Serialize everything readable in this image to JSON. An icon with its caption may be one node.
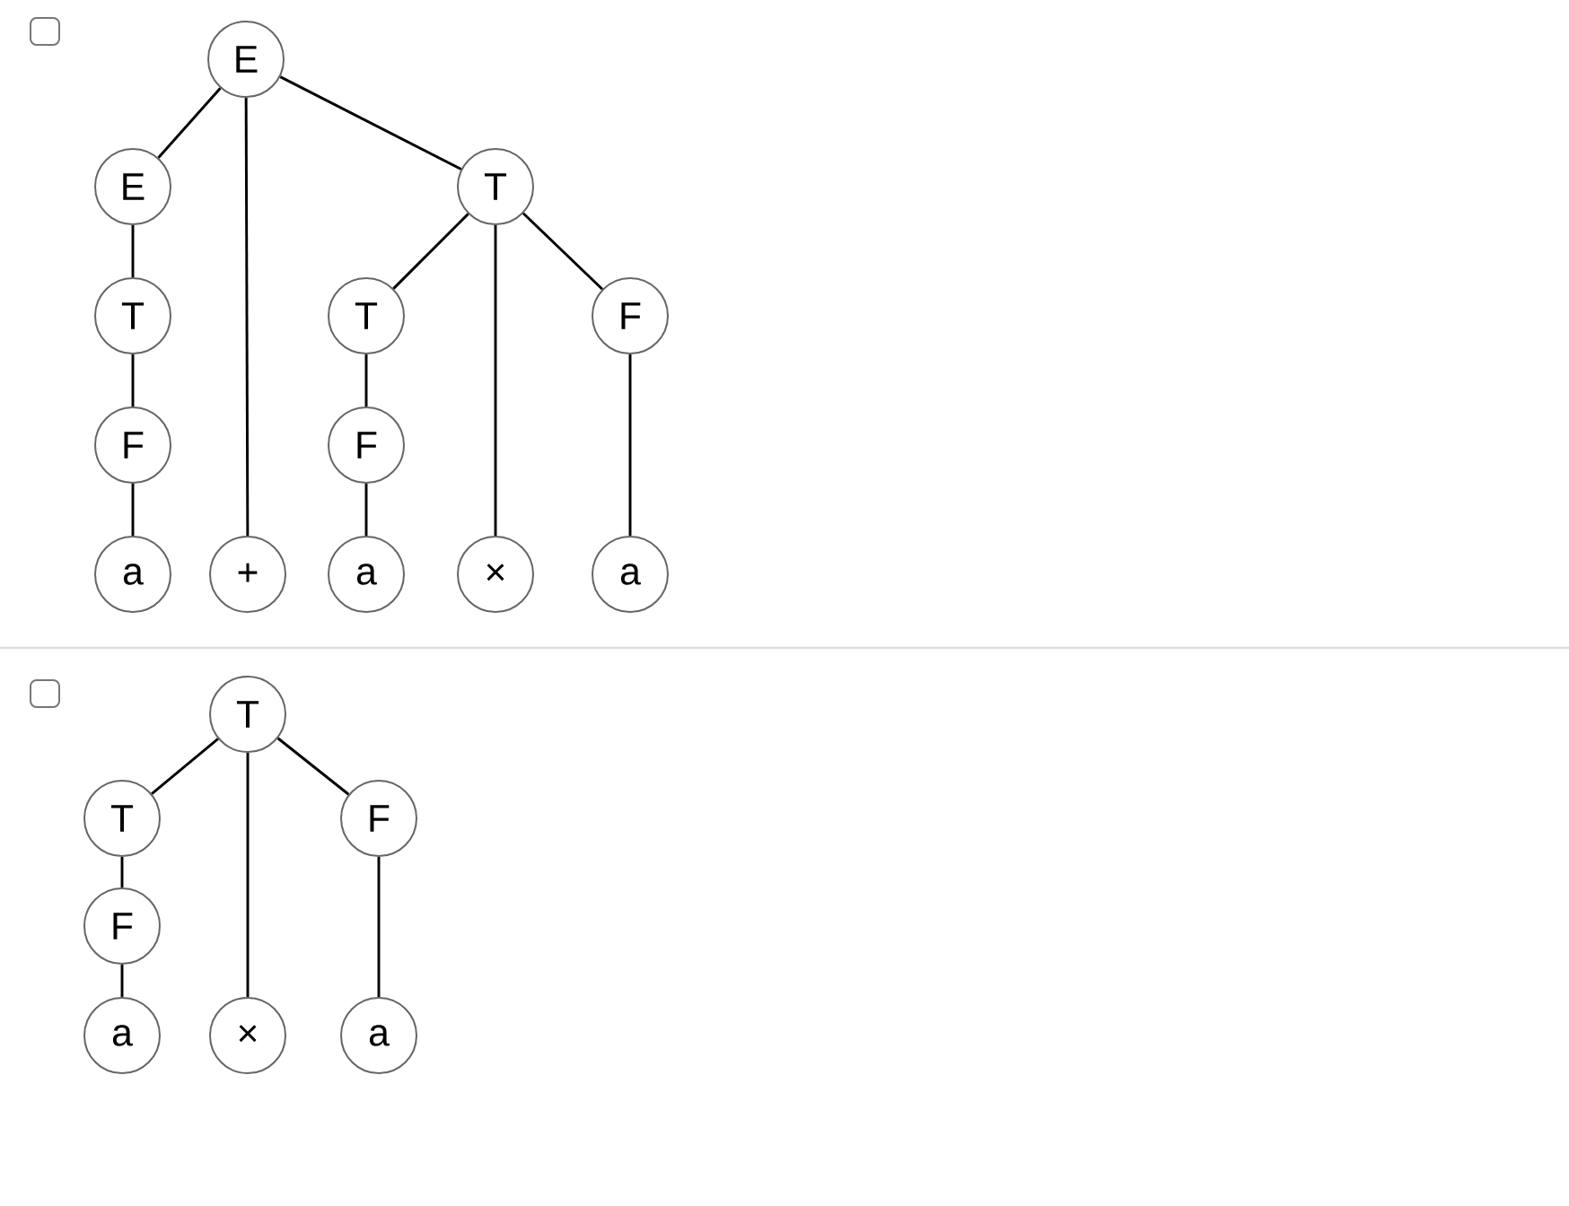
{
  "diagram": {
    "nodes": [
      {
        "text": [
          "E"
        ]
      },
      {
        "text": [
          "E"
        ]
      },
      {
        "text": [
          "T"
        ]
      },
      {
        "text": [
          "T"
        ]
      },
      {
        "text": [
          "T"
        ]
      },
      {
        "text": [
          "F"
        ]
      },
      {
        "text": [
          "F"
        ]
      },
      {
        "text": [
          "F"
        ]
      },
      {
        "text": [
          "a"
        ]
      },
      {
        "text": [
          "+"
        ]
      },
      {
        "text": [
          "a"
        ]
      },
      {
        "text": [
          "×"
        ]
      },
      {
        "text": [
          "a"
        ]
      },
      {
        "text": [
          "T"
        ]
      },
      {
        "text": [
          "T"
        ]
      },
      {
        "text": [
          "F"
        ]
      },
      {
        "text": [
          "F"
        ]
      },
      {
        "text": [
          "a"
        ]
      },
      {
        "text": [
          "×"
        ]
      },
      {
        "text": [
          "a"
        ]
      }
    ],
    "edges": [
      {
        "from": 0,
        "to": 1,
        "arrow": "none"
      },
      {
        "from": 0,
        "to": 9,
        "arrow": "none"
      },
      {
        "from": 0,
        "to": 2,
        "arrow": "none"
      },
      {
        "from": 1,
        "to": 3,
        "arrow": "none"
      },
      {
        "from": 3,
        "to": 6,
        "arrow": "none"
      },
      {
        "from": 6,
        "to": 8,
        "arrow": "none"
      },
      {
        "from": 2,
        "to": 4,
        "arrow": "none"
      },
      {
        "from": 2,
        "to": 11,
        "arrow": "none"
      },
      {
        "from": 2,
        "to": 5,
        "arrow": "none"
      },
      {
        "from": 4,
        "to": 7,
        "arrow": "none"
      },
      {
        "from": 7,
        "to": 10,
        "arrow": "none"
      },
      {
        "from": 5,
        "to": 12,
        "arrow": "none"
      },
      {
        "from": 13,
        "to": 14,
        "arrow": "none"
      },
      {
        "from": 13,
        "to": 18,
        "arrow": "none"
      },
      {
        "from": 13,
        "to": 15,
        "arrow": "none"
      },
      {
        "from": 14,
        "to": 16,
        "arrow": "none"
      },
      {
        "from": 16,
        "to": 17,
        "arrow": "none"
      },
      {
        "from": 15,
        "to": 19,
        "arrow": "none"
      }
    ]
  }
}
